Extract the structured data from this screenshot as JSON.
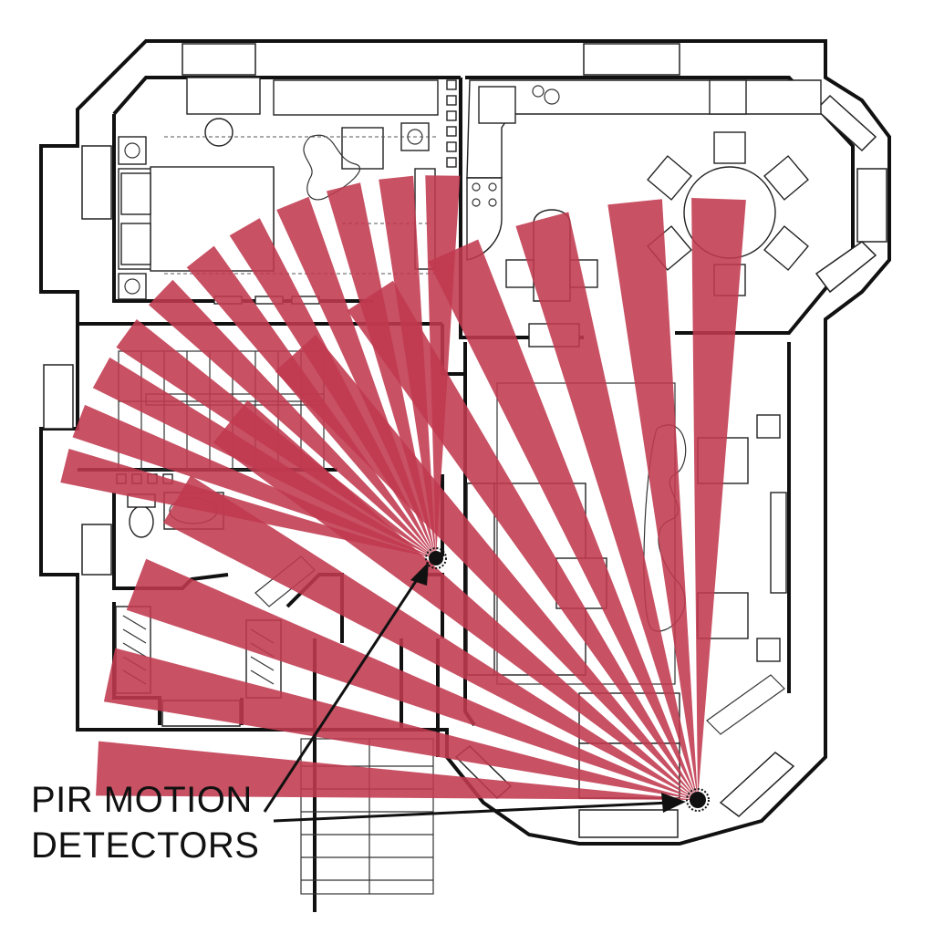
{
  "caption": {
    "line1": "PIR MOTION",
    "line2": "DETECTORS"
  },
  "colors": {
    "beam": "#c0394f",
    "wall": "#111111",
    "detector": "#111111"
  },
  "detectors": [
    {
      "name": "pir-detector-hall",
      "beam_angles_deg": [
        194,
        201,
        209,
        216,
        224,
        232,
        240,
        248,
        256,
        264,
        271
      ],
      "beam_length": 420
    },
    {
      "name": "pir-detector-living",
      "beam_angles_deg": [
        183,
        192,
        201,
        210,
        219,
        228,
        237,
        246,
        255,
        264,
        272
      ],
      "beam_length": 660
    }
  ],
  "icons": [
    "motion-detector-icon",
    "arrow-icon"
  ]
}
